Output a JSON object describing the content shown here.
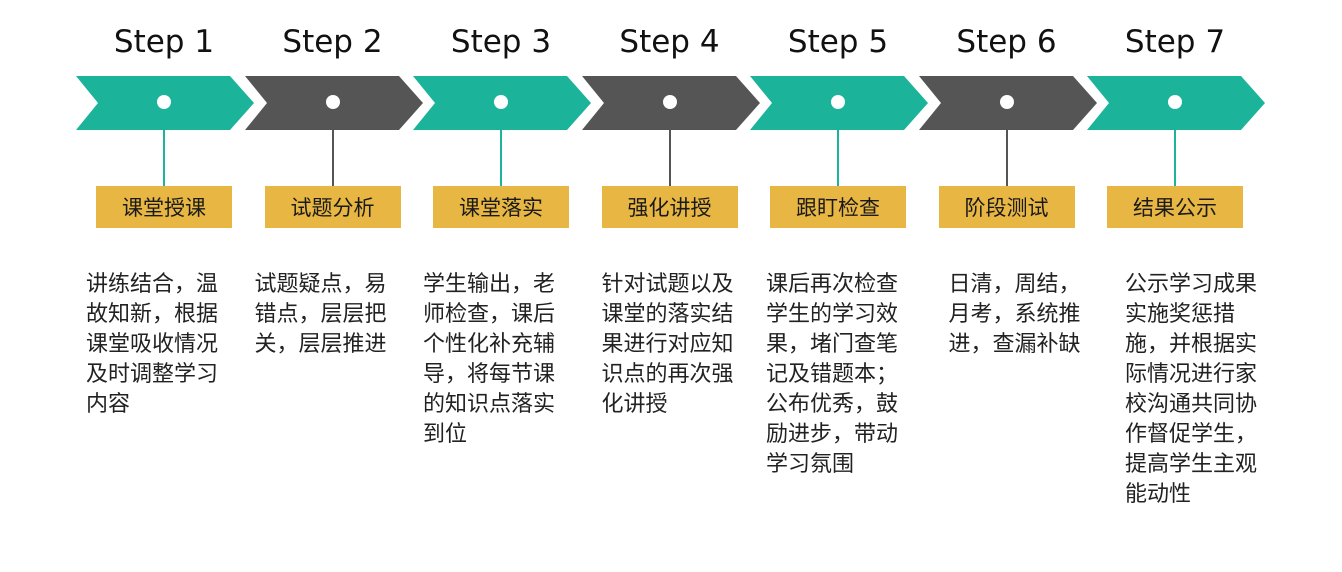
{
  "colors": {
    "teal": "#1bb49a",
    "gray": "#555555",
    "label_bg": "#e8b642",
    "text": "#222222"
  },
  "steps": [
    {
      "title": "Step 1",
      "label": "课堂授课",
      "desc": "讲练结合，温故知新，根据课堂吸收情况及时调整学习内容",
      "color": "teal"
    },
    {
      "title": "Step 2",
      "label": "试题分析",
      "desc": "试题疑点，易错点，层层把关，层层推进",
      "color": "gray"
    },
    {
      "title": "Step 3",
      "label": "课堂落实",
      "desc": "学生输出，老师检查，课后个性化补充辅导，将每节课的知识点落实到位",
      "color": "teal"
    },
    {
      "title": "Step 4",
      "label": "强化讲授",
      "desc": "针对试题以及课堂的落实结果进行对应知识点的再次强化讲授",
      "color": "gray"
    },
    {
      "title": "Step 5",
      "label": "跟盯检查",
      "desc": "课后再次检查学生的学习效果，堵门查笔记及错题本；公布优秀，鼓励进步，带动学习氛围",
      "color": "teal"
    },
    {
      "title": "Step 6",
      "label": "阶段测试",
      "desc": "日清，周结，月考，系统推进，查漏补缺",
      "color": "gray"
    },
    {
      "title": "Step 7",
      "label": "结果公示",
      "desc": "公示学习成果实施奖惩措施，并根据实际情况进行家校沟通共同协作督促学生，提高学生主观能动性",
      "color": "teal"
    }
  ]
}
